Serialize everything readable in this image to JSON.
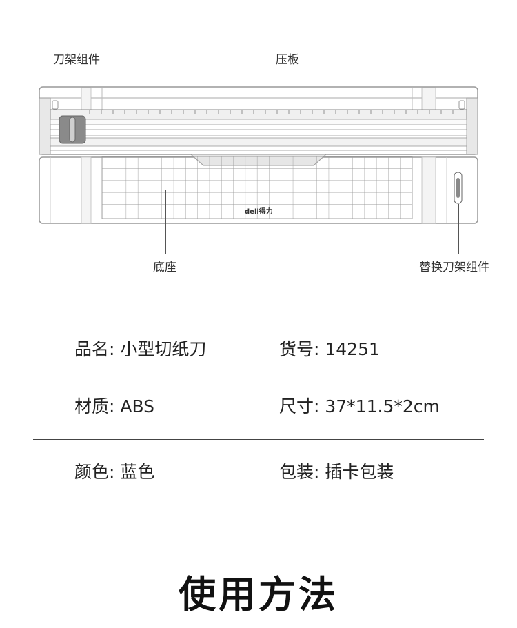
{
  "diagram": {
    "labels": {
      "blade_holder": "刀架组件",
      "pressure_plate": "压板",
      "base": "底座",
      "replacement_blade": "替换刀架组件"
    },
    "brand": "deli得力"
  },
  "specs": [
    {
      "left": "品名: 小型切纸刀",
      "right": "货号: 14251"
    },
    {
      "left": "材质: ABS",
      "right": "尺寸: 37*11.5*2cm"
    },
    {
      "left": "颜色: 蓝色",
      "right": "包装: 插卡包装"
    }
  ],
  "heading": "使用方法"
}
